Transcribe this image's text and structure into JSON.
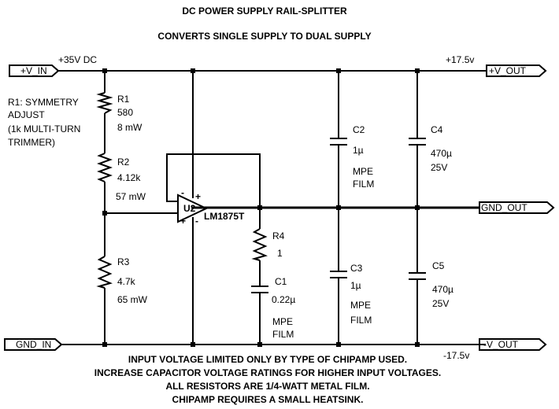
{
  "title": "DC POWER SUPPLY RAIL-SPLITTER",
  "subtitle": "CONVERTS SINGLE SUPPLY TO DUAL SUPPLY",
  "ports": {
    "v_in": "+V_IN",
    "gnd_in": "GND_IN",
    "v_out": "+V_OUT",
    "gnd_out": "GND_OUT",
    "neg_v_out": "-V_OUT"
  },
  "rails": {
    "input_voltage": "+35V DC",
    "pos_out": "+17.5v",
    "neg_out": "-17.5v"
  },
  "r1_note": [
    "R1: SYMMETRY",
    "ADJUST",
    "(1k MULTI-TURN",
    "TRIMMER)"
  ],
  "components": {
    "r1": {
      "ref": "R1",
      "value": "580",
      "extra": "8 mW"
    },
    "r2": {
      "ref": "R2",
      "value": "4.12k",
      "extra": "57 mW"
    },
    "r3": {
      "ref": "R3",
      "value": "4.7k",
      "extra": "65 mW"
    },
    "r4": {
      "ref": "R4",
      "value": "1"
    },
    "u2": {
      "ref": "U2",
      "value": "LM1875T",
      "plus": "+",
      "minus": "-"
    },
    "c1": {
      "ref": "C1",
      "value": "0.22µ",
      "type1": "MPE",
      "type2": "FILM"
    },
    "c2": {
      "ref": "C2",
      "value": "1µ",
      "type1": "MPE",
      "type2": "FILM"
    },
    "c3": {
      "ref": "C3",
      "value": "1µ",
      "type1": "MPE",
      "type2": "FILM"
    },
    "c4": {
      "ref": "C4",
      "value": "470µ",
      "extra": "25V"
    },
    "c5": {
      "ref": "C5",
      "value": "470µ",
      "extra": "25V"
    }
  },
  "notes": [
    "INPUT VOLTAGE LIMITED ONLY BY TYPE OF CHIPAMP USED.",
    "INCREASE CAPACITOR VOLTAGE RATINGS FOR HIGHER INPUT VOLTAGES.",
    "ALL RESISTORS ARE 1/4-WATT METAL FILM.",
    "CHIPAMP REQUIRES A SMALL HEATSINK."
  ]
}
